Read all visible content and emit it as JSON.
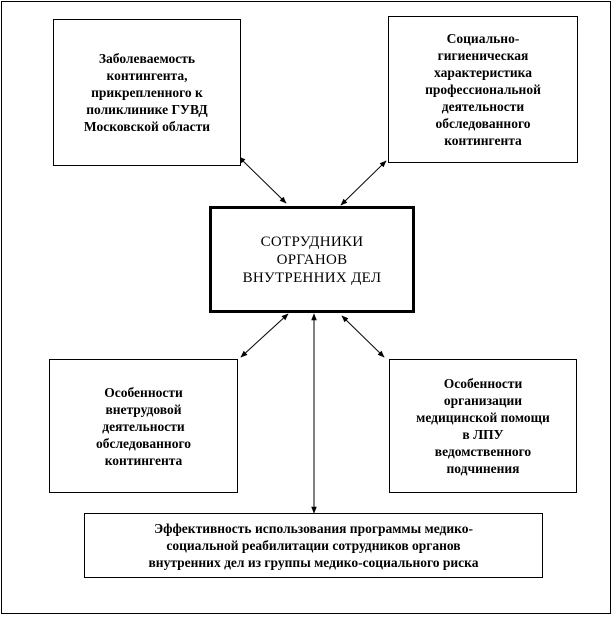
{
  "diagram": {
    "center": "СОТРУДНИКИ\nОРГАНОВ\nВНУТРЕННИХ ДЕЛ",
    "top_left": "Заболеваемость\nконтингента,\nприкрепленного к\nполиклинике ГУВД\nМосковской области",
    "top_right": "Социально-\nгигиеническая\nхарактеристика\nпрофессиональной\nдеятельности\nобследованного\nконтингента",
    "bottom_left": "Особенности\nвнетрудовой\nдеятельности\nобследованного\nконтингента",
    "bottom_right": "Особенности\nорганизации\nмедицинской помощи\nв ЛПУ\nведомственного\nподчинения",
    "bottom": "Эффективность использования программы медико-\nсоциальной реабилитации сотрудников органов\nвнутренних дел из группы медико-социального риска"
  }
}
